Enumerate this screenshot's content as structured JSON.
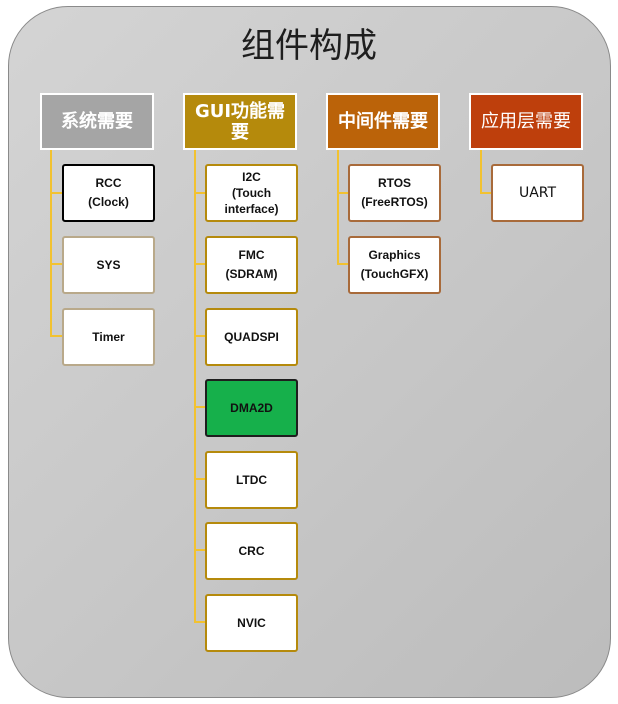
{
  "title": "组件构成",
  "columns": [
    {
      "header": "系统需要",
      "items": [
        "RCC\n(Clock)",
        "SYS",
        "Timer"
      ]
    },
    {
      "header": "GUI功能需要",
      "items": [
        "I2C\n(Touch\ninterface)",
        "FMC (SDRAM)",
        "QUADSPI",
        "DMA2D",
        "LTDC",
        "CRC",
        "NVIC"
      ]
    },
    {
      "header": "中间件需要",
      "items": [
        "RTOS\n(FreeRTOS)",
        "Graphics\n(TouchGFX)"
      ]
    },
    {
      "header": "应用层需要",
      "items": [
        "UART"
      ]
    }
  ],
  "colors": {
    "panel": "#c8c8c8",
    "connector": "#f2c230",
    "header_gray": "#a5a5a5",
    "header_gold": "#b58a0c",
    "header_orange": "#bb6309",
    "header_red": "#be3f0c",
    "highlight_green": "#16b04b"
  }
}
